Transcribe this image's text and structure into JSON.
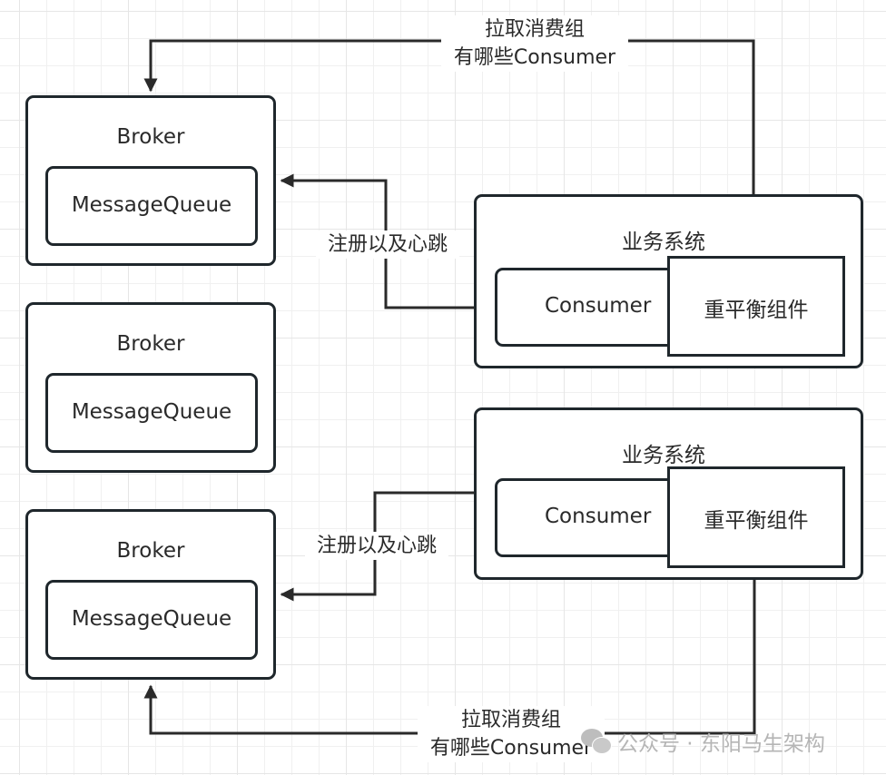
{
  "diagram": {
    "brokers": [
      {
        "title": "Broker",
        "queue": "MessageQueue"
      },
      {
        "title": "Broker",
        "queue": "MessageQueue"
      },
      {
        "title": "Broker",
        "queue": "MessageQueue"
      }
    ],
    "systems": [
      {
        "title": "业务系统",
        "consumer": "Consumer",
        "rebalancer": "重平衡组件"
      },
      {
        "title": "业务系统",
        "consumer": "Consumer",
        "rebalancer": "重平衡组件"
      }
    ],
    "edges": {
      "top_pull": {
        "line1": "拉取消费组",
        "line2": "有哪些Consumer"
      },
      "register_1": "注册以及心跳",
      "register_2": "注册以及心跳",
      "bottom_pull": {
        "line1": "拉取消费组",
        "line2": "有哪些Consumer"
      }
    },
    "colors": {
      "stroke": "#1f272c",
      "grid_minor": "#f0f0f0",
      "grid_major": "#e6e6e6"
    }
  },
  "watermark": {
    "text": "公众号 · 东阳马生架构",
    "icon": "wechat-icon"
  }
}
